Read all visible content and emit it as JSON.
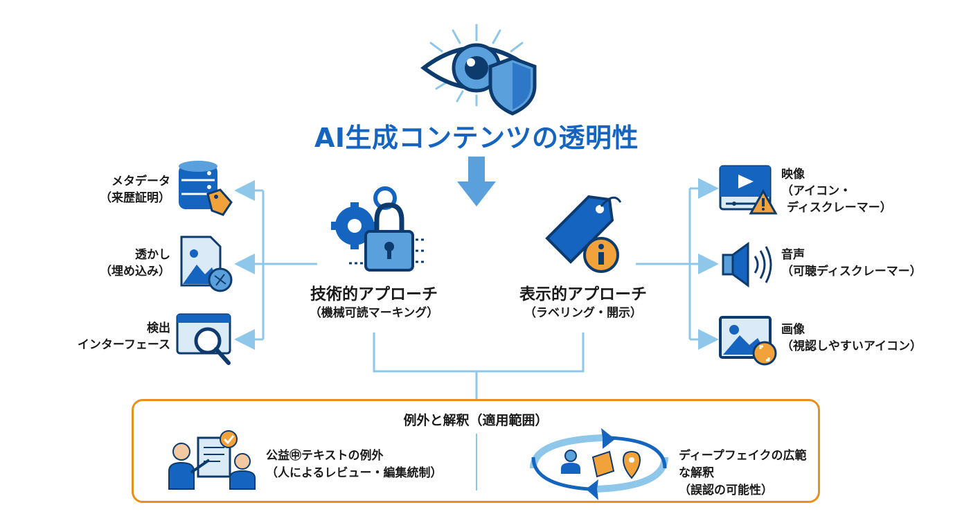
{
  "title": "AI生成コンテンツの透明性",
  "left_items": [
    {
      "line1": "メタデータ",
      "line2": "（来歴証明）",
      "icon": "database-tag-icon"
    },
    {
      "line1": "透かし",
      "line2": "（埋め込み）",
      "icon": "image-watermark-icon"
    },
    {
      "line1": "検出",
      "line2": "インターフェース",
      "icon": "search-window-icon"
    }
  ],
  "technical": {
    "title": "技術的アプローチ",
    "subtitle": "（機械可読マーキング）",
    "icon": "gear-lock-icon"
  },
  "display": {
    "title": "表示的アプローチ",
    "subtitle": "（ラベリング・開示）",
    "icon": "tag-info-icon"
  },
  "right_items": [
    {
      "line1": "映像",
      "line2": "（アイコン・",
      "line3": "ディスクレーマー）",
      "icon": "video-warning-icon"
    },
    {
      "line1": "音声",
      "line2": "（可聴ディスクレーマー）",
      "icon": "speaker-icon"
    },
    {
      "line1": "画像",
      "line2": "（視認しやすいアイコン）",
      "icon": "image-expand-icon"
    }
  ],
  "exceptions": {
    "title": "例外と解釈（適用範囲）",
    "left": {
      "line1": "公益㊥テキストの例外",
      "line2": "（人によるレビュー・編集統制）",
      "icon": "people-review-icon"
    },
    "right": {
      "line1": "ディープフェイクの広範な解釈",
      "line2": "（誤認の可能性）",
      "icon": "cycle-person-location-icon"
    }
  },
  "colors": {
    "primary": "#1565c0",
    "light_blue": "#8ec7ea",
    "orange": "#e8901c",
    "dark": "#1a1a1a"
  }
}
